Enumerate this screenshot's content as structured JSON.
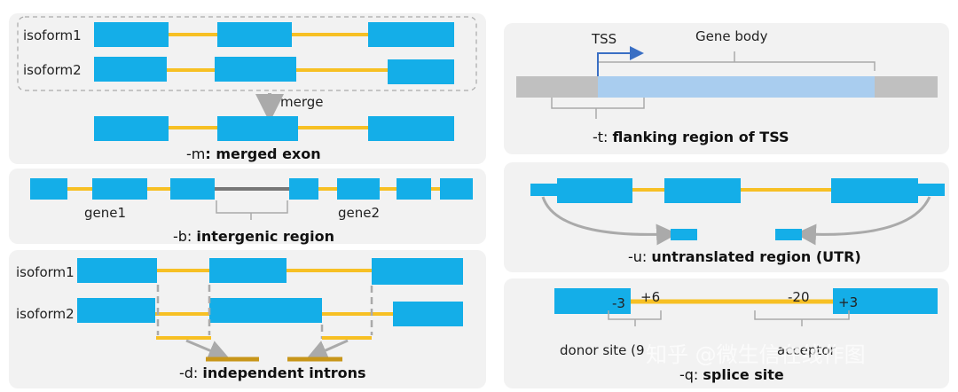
{
  "colors": {
    "exon": "#14aee8",
    "intron": "#f7c024",
    "intron_dark": "#c8961a",
    "intergenic": "#777777",
    "bracket": "#aaaaaa",
    "panel": "#f2f2f2",
    "tss_arrow": "#3a6fc4",
    "gene_body": "#a9cdef",
    "flank": "#c0c0c0"
  },
  "merge_panel": {
    "isoform1": "isoform1",
    "isoform2": "isoform2",
    "merge_label": "merge",
    "caption_flag": "-m",
    "caption_text": ": merged exon"
  },
  "intergenic_panel": {
    "gene1": "gene1",
    "gene2": "gene2",
    "caption_flag": "-b: ",
    "caption_text": "intergenic region"
  },
  "intron_panel": {
    "isoform1": "isoform1",
    "isoform2": "isoform2",
    "caption_flag": "-d: ",
    "caption_text": "independent introns"
  },
  "tss_panel": {
    "tss": "TSS",
    "gene_body": "Gene body",
    "caption_flag": "-t: ",
    "caption_text": "flanking region of TSS"
  },
  "utr_panel": {
    "caption_flag": "-u: ",
    "caption_text": "untranslated region (UTR)"
  },
  "splice_panel": {
    "minus3": "-3",
    "plus6": "+6",
    "minus20": "-20",
    "plus3": "+3",
    "donor": "donor site (9",
    "acceptor": "acceptor",
    "caption_flag": "-q: ",
    "caption_text": "splice site"
  },
  "watermark": "知乎 @微生信在线作图"
}
